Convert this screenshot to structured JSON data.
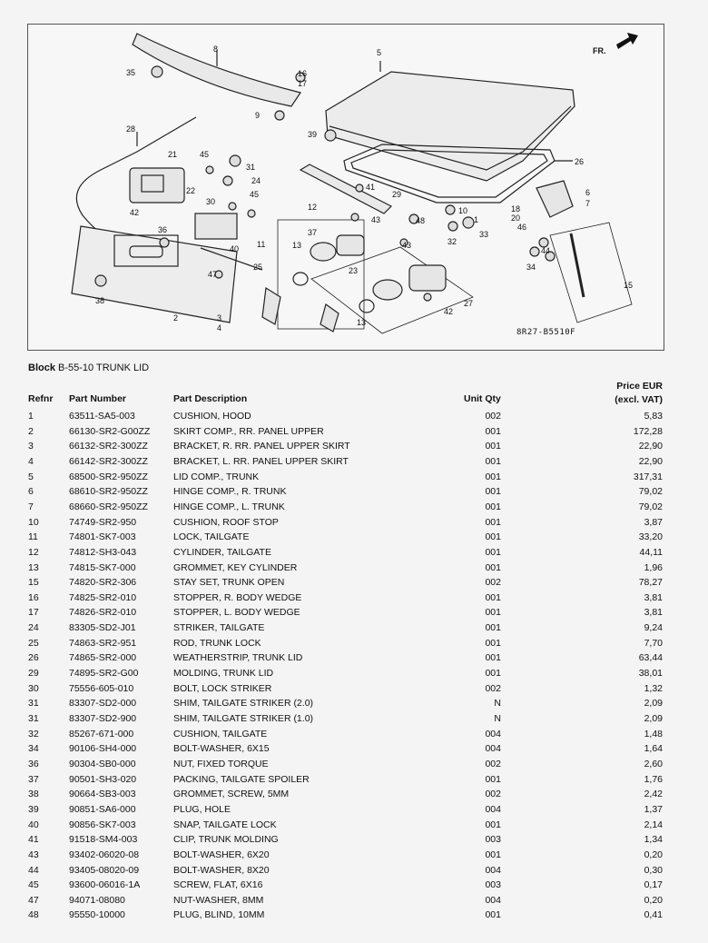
{
  "diagram": {
    "code": "8R27-B5510F",
    "fr_label": "FR.",
    "callouts": [
      "1",
      "2",
      "3",
      "4",
      "5",
      "6",
      "7",
      "8",
      "9",
      "10",
      "11",
      "12",
      "13",
      "13",
      "15",
      "16",
      "17",
      "18",
      "20",
      "21",
      "22",
      "23",
      "24",
      "25",
      "26",
      "27",
      "28",
      "29",
      "30",
      "31",
      "32",
      "33",
      "34",
      "35",
      "36",
      "37",
      "38",
      "39",
      "40",
      "41",
      "42",
      "42",
      "43",
      "43",
      "44",
      "45",
      "45",
      "46",
      "47",
      "48"
    ]
  },
  "block": {
    "label": "Block",
    "value": "B-55-10 TRUNK LID"
  },
  "headers": {
    "refnr": "Refnr",
    "part_number": "Part Number",
    "part_description": "Part Description",
    "unit_qty": "Unit Qty",
    "price_line1": "Price EUR",
    "price_line2": "(excl. VAT)"
  },
  "rows": [
    {
      "ref": "1",
      "num": "63511-SA5-003",
      "desc": "CUSHION, HOOD",
      "qty": "002",
      "price": "5,83"
    },
    {
      "ref": "2",
      "num": "66130-SR2-G00ZZ",
      "desc": "SKIRT COMP., RR. PANEL UPPER",
      "qty": "001",
      "price": "172,28"
    },
    {
      "ref": "3",
      "num": "66132-SR2-300ZZ",
      "desc": "BRACKET, R. RR. PANEL UPPER SKIRT",
      "qty": "001",
      "price": "22,90"
    },
    {
      "ref": "4",
      "num": "66142-SR2-300ZZ",
      "desc": "BRACKET, L. RR. PANEL UPPER SKIRT",
      "qty": "001",
      "price": "22,90"
    },
    {
      "ref": "5",
      "num": "68500-SR2-950ZZ",
      "desc": "LID COMP., TRUNK",
      "qty": "001",
      "price": "317,31"
    },
    {
      "ref": "6",
      "num": "68610-SR2-950ZZ",
      "desc": "HINGE COMP., R. TRUNK",
      "qty": "001",
      "price": "79,02"
    },
    {
      "ref": "7",
      "num": "68660-SR2-950ZZ",
      "desc": "HINGE COMP., L. TRUNK",
      "qty": "001",
      "price": "79,02"
    },
    {
      "ref": "10",
      "num": "74749-SR2-950",
      "desc": "CUSHION, ROOF STOP",
      "qty": "001",
      "price": "3,87"
    },
    {
      "ref": "11",
      "num": "74801-SK7-003",
      "desc": "LOCK, TAILGATE",
      "qty": "001",
      "price": "33,20"
    },
    {
      "ref": "12",
      "num": "74812-SH3-043",
      "desc": "CYLINDER, TAILGATE",
      "qty": "001",
      "price": "44,11"
    },
    {
      "ref": "13",
      "num": "74815-SK7-000",
      "desc": "GROMMET, KEY CYLINDER",
      "qty": "001",
      "price": "1,96"
    },
    {
      "ref": "15",
      "num": "74820-SR2-306",
      "desc": "STAY SET, TRUNK OPEN",
      "qty": "002",
      "price": "78,27"
    },
    {
      "ref": "16",
      "num": "74825-SR2-010",
      "desc": "STOPPER, R. BODY WEDGE",
      "qty": "001",
      "price": "3,81"
    },
    {
      "ref": "17",
      "num": "74826-SR2-010",
      "desc": "STOPPER, L. BODY WEDGE",
      "qty": "001",
      "price": "3,81"
    },
    {
      "ref": "24",
      "num": "83305-SD2-J01",
      "desc": "STRIKER, TAILGATE",
      "qty": "001",
      "price": "9,24"
    },
    {
      "ref": "25",
      "num": "74863-SR2-951",
      "desc": "ROD, TRUNK LOCK",
      "qty": "001",
      "price": "7,70"
    },
    {
      "ref": "26",
      "num": "74865-SR2-000",
      "desc": "WEATHERSTRIP, TRUNK LID",
      "qty": "001",
      "price": "63,44"
    },
    {
      "ref": "29",
      "num": "74895-SR2-G00",
      "desc": "MOLDING, TRUNK LID",
      "qty": "001",
      "price": "38,01"
    },
    {
      "ref": "30",
      "num": "75556-605-010",
      "desc": "BOLT, LOCK STRIKER",
      "qty": "002",
      "price": "1,32"
    },
    {
      "ref": "31",
      "num": "83307-SD2-000",
      "desc": "SHIM, TAILGATE STRIKER (2.0)",
      "qty": "N",
      "price": "2,09"
    },
    {
      "ref": "31",
      "num": "83307-SD2-900",
      "desc": "SHIM, TAILGATE STRIKER (1.0)",
      "qty": "N",
      "price": "2,09"
    },
    {
      "ref": "32",
      "num": "85267-671-000",
      "desc": "CUSHION, TAILGATE",
      "qty": "004",
      "price": "1,48"
    },
    {
      "ref": "34",
      "num": "90106-SH4-000",
      "desc": "BOLT-WASHER, 6X15",
      "qty": "004",
      "price": "1,64"
    },
    {
      "ref": "36",
      "num": "90304-SB0-000",
      "desc": "NUT, FIXED TORQUE",
      "qty": "002",
      "price": "2,60"
    },
    {
      "ref": "37",
      "num": "90501-SH3-020",
      "desc": "PACKING, TAILGATE SPOILER",
      "qty": "001",
      "price": "1,76"
    },
    {
      "ref": "38",
      "num": "90664-SB3-003",
      "desc": "GROMMET, SCREW, 5MM",
      "qty": "002",
      "price": "2,42"
    },
    {
      "ref": "39",
      "num": "90851-SA6-000",
      "desc": "PLUG, HOLE",
      "qty": "004",
      "price": "1,37"
    },
    {
      "ref": "40",
      "num": "90856-SK7-003",
      "desc": "SNAP, TAILGATE LOCK",
      "qty": "001",
      "price": "2,14"
    },
    {
      "ref": "41",
      "num": "91518-SM4-003",
      "desc": "CLIP, TRUNK MOLDING",
      "qty": "003",
      "price": "1,34"
    },
    {
      "ref": "43",
      "num": "93402-06020-08",
      "desc": "BOLT-WASHER, 6X20",
      "qty": "001",
      "price": "0,20"
    },
    {
      "ref": "44",
      "num": "93405-08020-09",
      "desc": "BOLT-WASHER, 8X20",
      "qty": "004",
      "price": "0,30"
    },
    {
      "ref": "45",
      "num": "93600-06016-1A",
      "desc": "SCREW, FLAT, 6X16",
      "qty": "003",
      "price": "0,17"
    },
    {
      "ref": "47",
      "num": "94071-08080",
      "desc": "NUT-WASHER, 8MM",
      "qty": "004",
      "price": "0,20"
    },
    {
      "ref": "48",
      "num": "95550-10000",
      "desc": "PLUG, BLIND, 10MM",
      "qty": "001",
      "price": "0,41"
    }
  ]
}
